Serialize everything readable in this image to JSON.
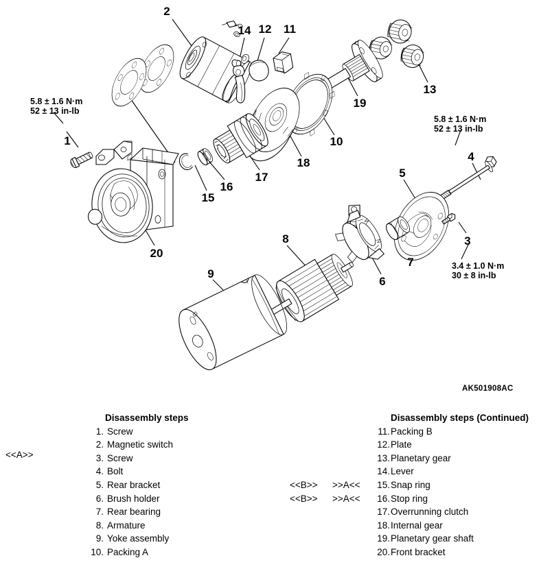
{
  "diagram": {
    "drawing_code": "AK501908AC",
    "torque_specs": [
      {
        "id": "torque-screw-1",
        "nm": "5.8 ± 1.6 N·m",
        "inlb": "52 ± 13 in-lb"
      },
      {
        "id": "torque-bolt-4",
        "nm": "5.8 ± 1.6 N·m",
        "inlb": "52 ± 13 in-lb"
      },
      {
        "id": "torque-screw-3",
        "nm": "3.4 ± 1.0 N·m",
        "inlb": "30 ± 8 in-lb"
      }
    ],
    "callouts": [
      {
        "n": "1",
        "part": "Screw"
      },
      {
        "n": "2",
        "part": "Magnetic switch"
      },
      {
        "n": "3",
        "part": "Screw"
      },
      {
        "n": "4",
        "part": "Bolt"
      },
      {
        "n": "5",
        "part": "Rear bracket"
      },
      {
        "n": "6",
        "part": "Brush holder"
      },
      {
        "n": "7",
        "part": "Rear bearing"
      },
      {
        "n": "8",
        "part": "Armature"
      },
      {
        "n": "9",
        "part": "Yoke assembly"
      },
      {
        "n": "10",
        "part": "Packing A"
      },
      {
        "n": "11",
        "part": "Packing B"
      },
      {
        "n": "12",
        "part": "Plate"
      },
      {
        "n": "13",
        "part": "Planetary gear"
      },
      {
        "n": "14",
        "part": "Lever"
      },
      {
        "n": "15",
        "part": "Snap ring"
      },
      {
        "n": "16",
        "part": "Stop ring"
      },
      {
        "n": "17",
        "part": "Overrunning clutch"
      },
      {
        "n": "18",
        "part": "Internal gear"
      },
      {
        "n": "19",
        "part": "Planetary gear shaft"
      },
      {
        "n": "20",
        "part": "Front bracket"
      }
    ]
  },
  "steps_left": {
    "title": "Disassembly steps",
    "side_marker": "<<A>>",
    "items": [
      {
        "num": "1.",
        "label": "Screw"
      },
      {
        "num": "2.",
        "label": "Magnetic switch"
      },
      {
        "num": "3.",
        "label": "Screw"
      },
      {
        "num": "4.",
        "label": "Bolt"
      },
      {
        "num": "5.",
        "label": "Rear bracket"
      },
      {
        "num": "6.",
        "label": "Brush holder"
      },
      {
        "num": "7.",
        "label": "Rear bearing"
      },
      {
        "num": "8.",
        "label": "Armature"
      },
      {
        "num": "9.",
        "label": "Yoke assembly"
      },
      {
        "num": "10.",
        "label": "Packing A"
      }
    ]
  },
  "steps_right": {
    "title": "Disassembly steps (Continued)",
    "marker_b": "<<B>>",
    "marker_a": ">>A<<",
    "items": [
      {
        "num": "11.",
        "label": "Packing B"
      },
      {
        "num": "12.",
        "label": "Plate"
      },
      {
        "num": "13.",
        "label": "Planetary gear"
      },
      {
        "num": "14.",
        "label": "Lever"
      },
      {
        "num": "15.",
        "label": "Snap ring"
      },
      {
        "num": "16.",
        "label": "Stop ring"
      },
      {
        "num": "17.",
        "label": "Overrunning clutch"
      },
      {
        "num": "18.",
        "label": "Internal gear"
      },
      {
        "num": "19.",
        "label": "Planetary gear shaft"
      },
      {
        "num": "20.",
        "label": "Front bracket"
      }
    ]
  }
}
